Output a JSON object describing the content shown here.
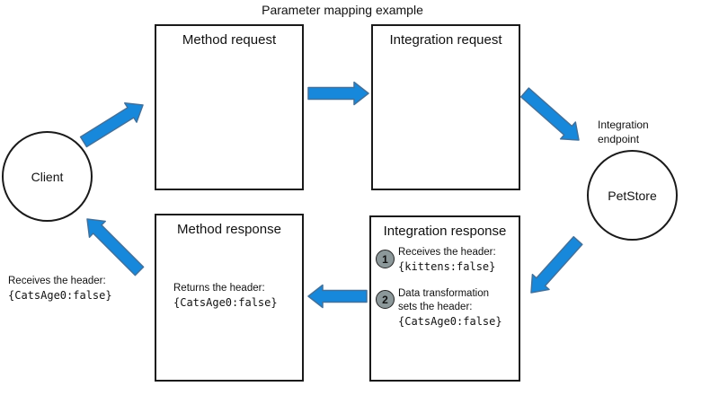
{
  "title": "Parameter mapping example",
  "client": {
    "label": "Client",
    "note": {
      "line1": "Receives the header:",
      "code": "{CatsAge0:false}"
    }
  },
  "method_request": {
    "title": "Method request"
  },
  "integration_request": {
    "title": "Integration request"
  },
  "method_response": {
    "title": "Method response",
    "body": {
      "line1": "Returns the header:",
      "code": "{CatsAge0:false}"
    }
  },
  "integration_response": {
    "title": "Integration response",
    "steps": [
      {
        "num": "1",
        "line1": "Receives the header:",
        "code": "{kittens:false}"
      },
      {
        "num": "2",
        "line1": "Data transformation",
        "line2": "sets the header:",
        "code": "{CatsAge0:false}"
      }
    ]
  },
  "endpoint": {
    "line1": "Integration",
    "line2": "endpoint",
    "circle_label": "PetStore"
  },
  "colors": {
    "arrow_fill": "#1788DB",
    "arrow_outline": "#41719C",
    "step_circle": "#8C989A"
  }
}
